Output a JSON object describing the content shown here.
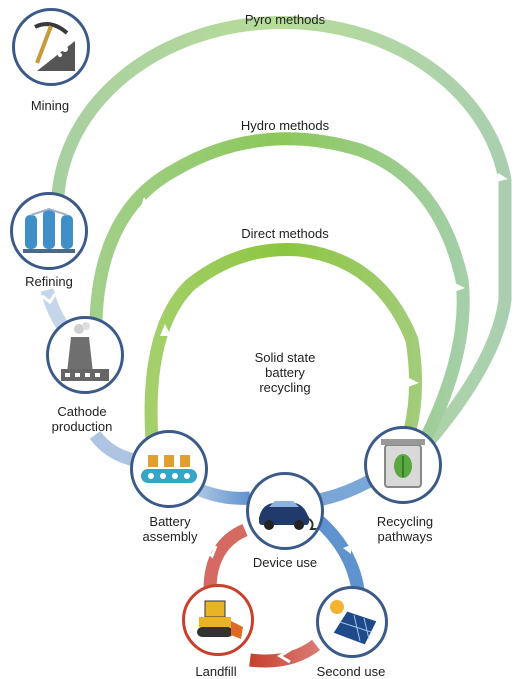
{
  "arcs": {
    "pyro": "Pyro methods",
    "hydro": "Hydro methods",
    "direct": "Direct methods"
  },
  "center_text": "Solid state battery recycling",
  "nodes": {
    "mining": "Mining",
    "refining": "Refining",
    "cathode": "Cathode production",
    "assembly": "Battery assembly",
    "device": "Device use",
    "recycling": "Recycling pathways",
    "second_use": "Second use",
    "landfill": "Landfill"
  },
  "colors": {
    "node_border": "#3b5a8a",
    "landfill_border": "#c8402e",
    "arc_green": "#8cc63f",
    "arc_pale_green": "#b9d9a5",
    "flow_blue": "#6f9fd4",
    "flow_red": "#c8402e"
  }
}
